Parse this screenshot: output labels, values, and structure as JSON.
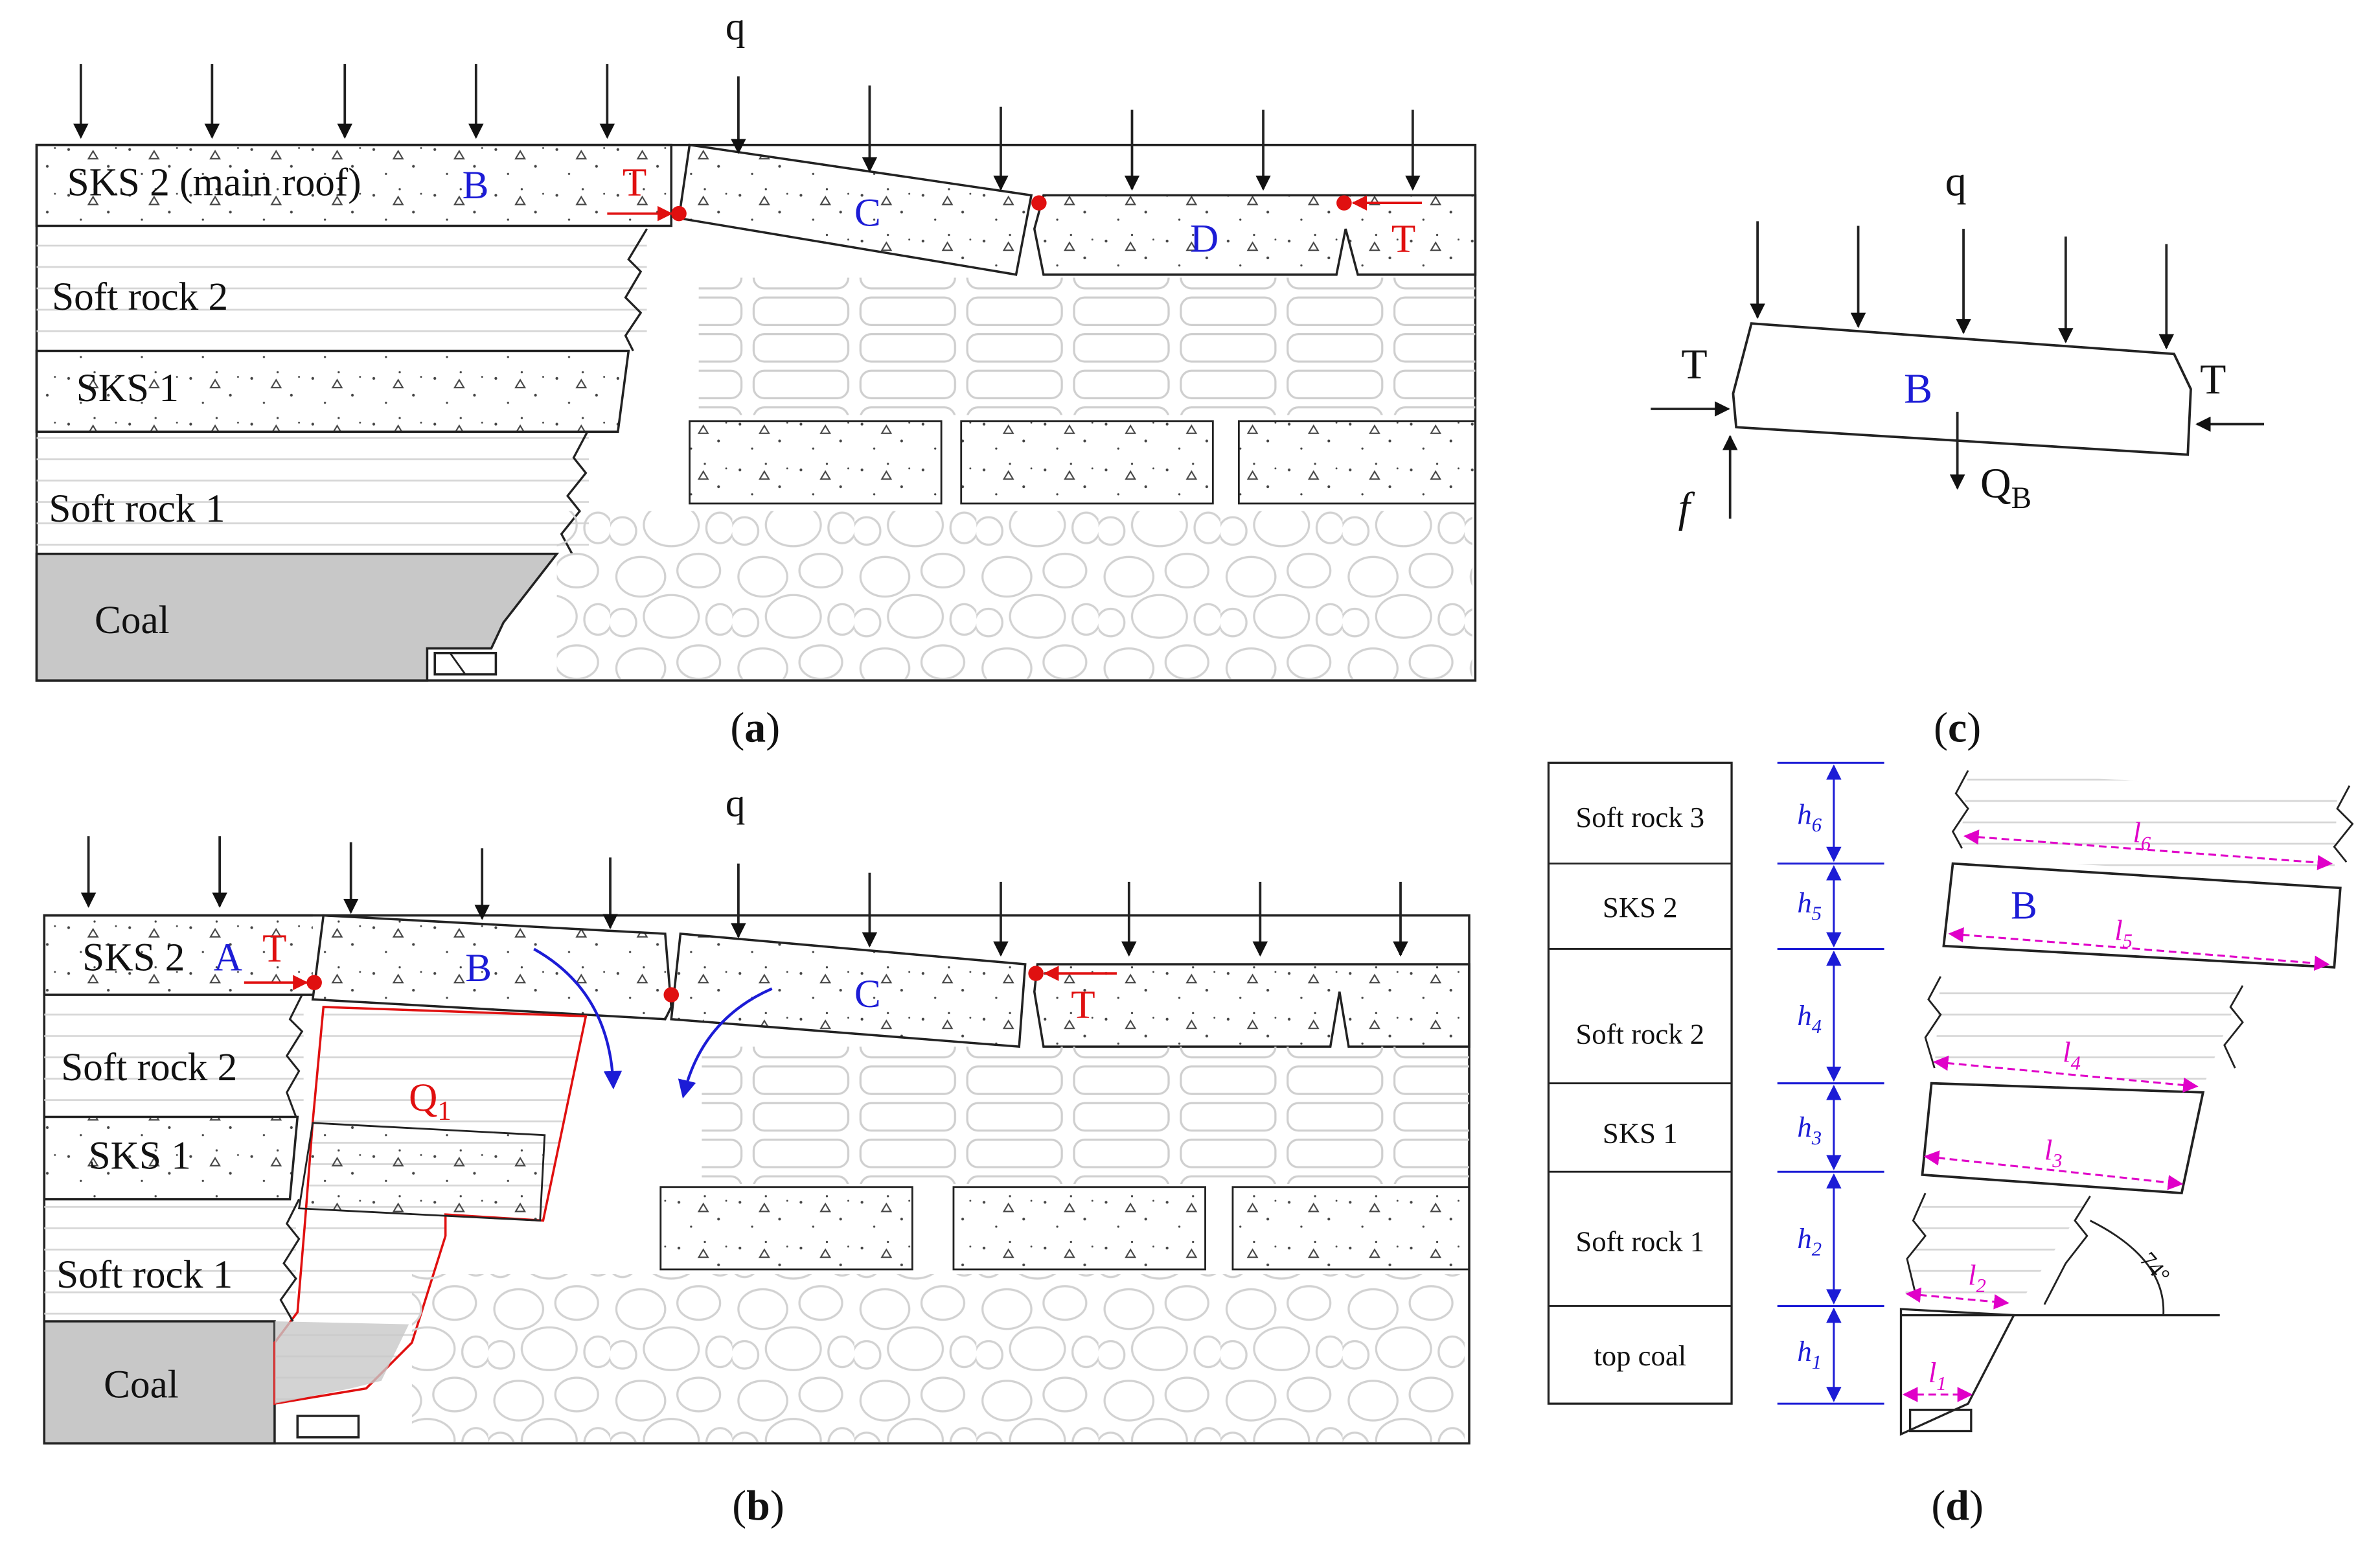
{
  "panel_a": {
    "caption": "a",
    "load": "q",
    "layers": [
      "SKS 2  (main roof)",
      "Soft rock 2",
      "SKS 1",
      "Soft rock 1",
      "Coal"
    ],
    "blocks": [
      "B",
      "C",
      "D"
    ],
    "forces": [
      "T",
      "T"
    ]
  },
  "panel_b": {
    "caption": "b",
    "load": "q",
    "layers": [
      "SKS 2",
      "Soft rock 2",
      "SKS 1",
      "Soft rock 1",
      "Coal"
    ],
    "blocks": [
      "A",
      "B",
      "C"
    ],
    "forces": [
      "T",
      "T"
    ],
    "weight": "Q",
    "weight_sub": "1"
  },
  "panel_c": {
    "caption": "c",
    "load": "q",
    "block": "B",
    "force_left": "T",
    "force_right": "T",
    "friction": "f",
    "weight": "Q",
    "weight_sub": "B"
  },
  "panel_d": {
    "caption": "d",
    "layers": [
      "Soft rock 3",
      "SKS 2",
      "Soft rock 2",
      "SKS 1",
      "Soft rock 1",
      "top coal"
    ],
    "heights": [
      {
        "h": "h",
        "sub": "6"
      },
      {
        "h": "h",
        "sub": "5"
      },
      {
        "h": "h",
        "sub": "4"
      },
      {
        "h": "h",
        "sub": "3"
      },
      {
        "h": "h",
        "sub": "2"
      },
      {
        "h": "h",
        "sub": "1"
      }
    ],
    "lengths": [
      {
        "l": "l",
        "sub": "6"
      },
      {
        "l": "l",
        "sub": "5"
      },
      {
        "l": "l",
        "sub": "4"
      },
      {
        "l": "l",
        "sub": "3"
      },
      {
        "l": "l",
        "sub": "2"
      },
      {
        "l": "l",
        "sub": "1"
      }
    ],
    "block": "B",
    "angle": "74°"
  },
  "colors": {
    "block_label": "#1c1cd6",
    "force": "#e01010",
    "dimension": "#e000c8",
    "height_dim": "#1c1cd6",
    "coal": "#c8c8c8"
  }
}
